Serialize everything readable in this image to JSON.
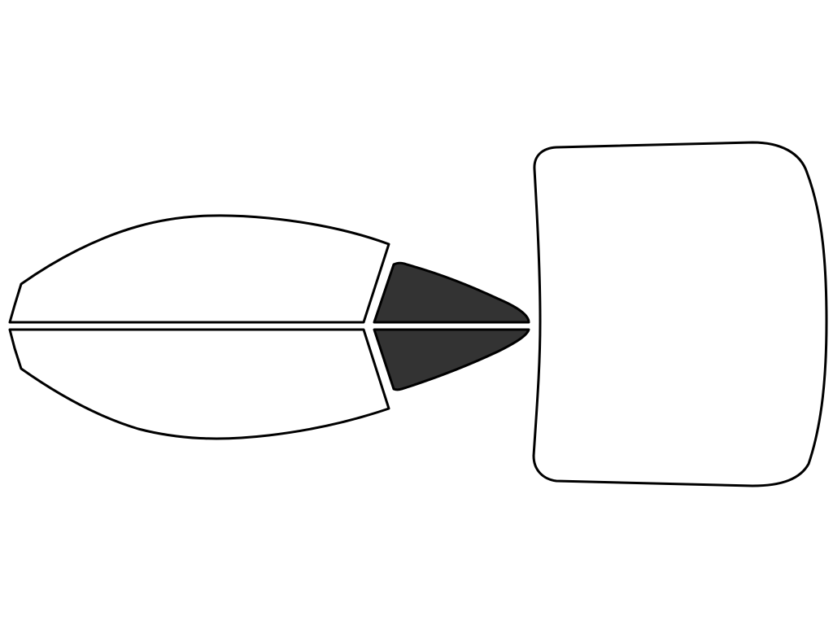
{
  "colors": {
    "background": "#ffffff",
    "outline": "#000000",
    "clear_fill": "#ffffff",
    "tinted_fill": "#333333"
  },
  "panels": [
    {
      "id": "front-door-window-top",
      "tinted": false
    },
    {
      "id": "front-door-window-bottom",
      "tinted": false
    },
    {
      "id": "rear-door-window-top",
      "tinted": true
    },
    {
      "id": "rear-door-window-bottom",
      "tinted": true
    },
    {
      "id": "rear-windshield",
      "tinted": false
    }
  ]
}
